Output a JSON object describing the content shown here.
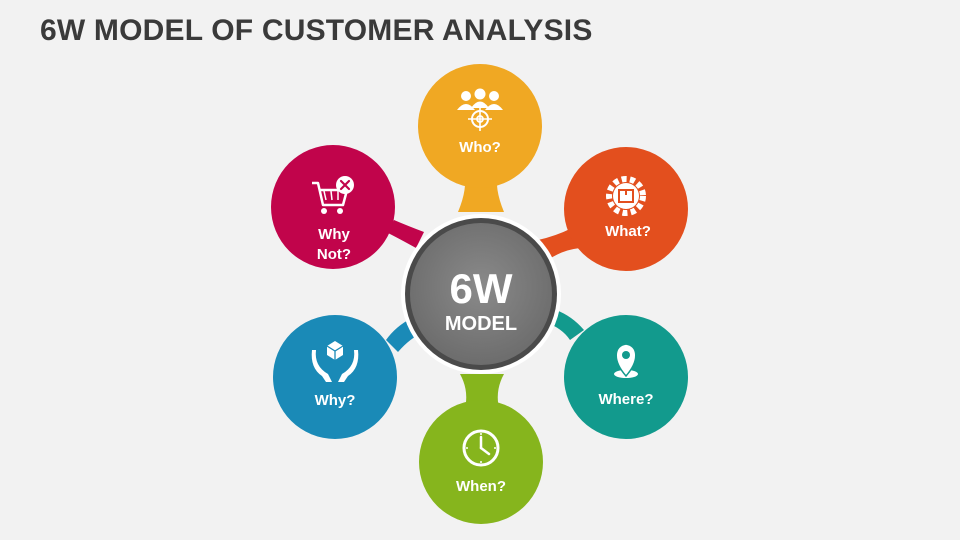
{
  "title": "6W MODEL OF CUSTOMER ANALYSIS",
  "center": {
    "line1": "6W",
    "line2": "MODEL",
    "color": "#7a7a7a"
  },
  "nodes": [
    {
      "id": "who",
      "label": "Who?",
      "color": "#f0a823",
      "icon": "people-target-icon"
    },
    {
      "id": "what",
      "label": "What?",
      "color": "#e34f1e",
      "icon": "gear-box-icon"
    },
    {
      "id": "where",
      "label": "Where?",
      "color": "#129a8d",
      "icon": "location-pin-icon"
    },
    {
      "id": "when",
      "label": "When?",
      "color": "#86b51d",
      "icon": "clock-icon"
    },
    {
      "id": "why",
      "label": "Why?",
      "color": "#1a8ab7",
      "icon": "hands-box-icon"
    },
    {
      "id": "why-not",
      "label": "Why\nNot?",
      "line1": "Why",
      "line2": "Not?",
      "color": "#c1044b",
      "icon": "cart-cancel-icon"
    }
  ]
}
